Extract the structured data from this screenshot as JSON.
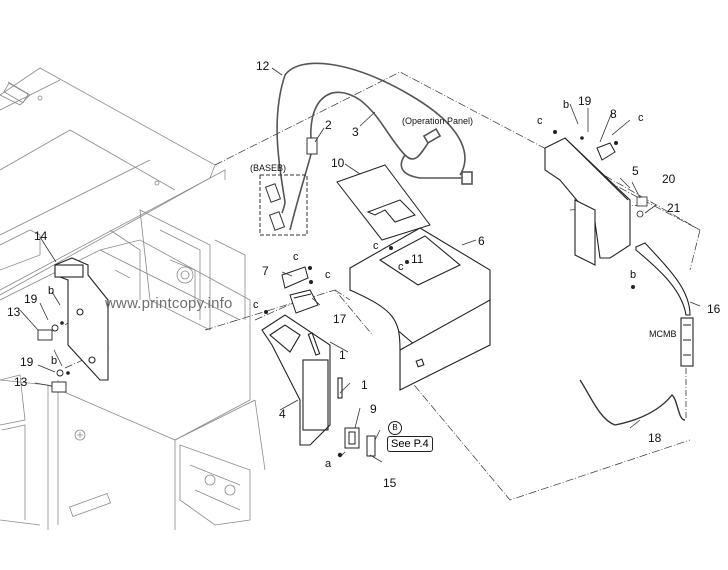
{
  "diagram": {
    "type": "exploded parts diagram",
    "watermark": "www.printcopy.info",
    "callouts": {
      "n1a": "1",
      "n1b": "1",
      "n2": "2",
      "n3": "3",
      "n4": "4",
      "n5": "5",
      "n6": "6",
      "n7": "7",
      "n8": "8",
      "n9": "9",
      "n10": "10",
      "n11": "11",
      "n12": "12",
      "n13a": "13",
      "n13b": "13",
      "n14": "14",
      "n15": "15",
      "n16": "16",
      "n17": "17",
      "n18": "18",
      "n19a": "19",
      "n19b": "19",
      "n19c": "19",
      "n20": "20",
      "n21": "21"
    },
    "fasteners": {
      "a1": "a",
      "b1": "b",
      "b2": "b",
      "b3": "b",
      "b4": "b",
      "c1": "c",
      "c2": "c",
      "c3": "c",
      "c4": "c",
      "c5": "c",
      "c6": "c",
      "c7": "c"
    },
    "notes": {
      "operation_panel": "(Operation Panel)",
      "baseb": "(BASEB)",
      "mcmb": "MCMB"
    },
    "reference": {
      "marker": "B",
      "see_page": "See P.4"
    }
  }
}
